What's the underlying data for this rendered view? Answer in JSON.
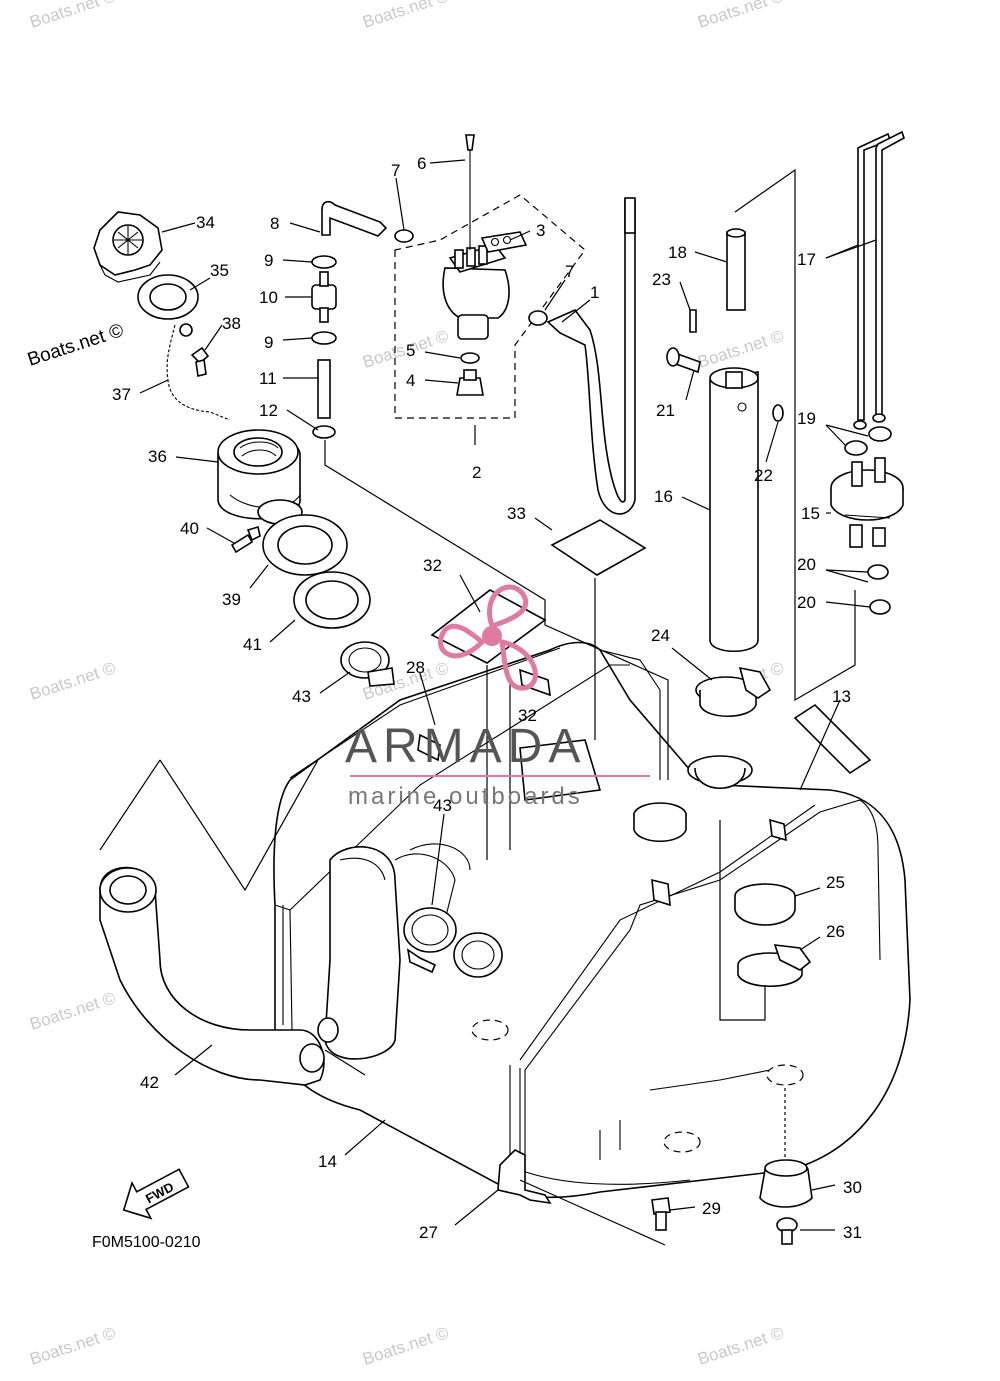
{
  "watermark": "Boats.net ©",
  "brand": {
    "name": "ARMADA",
    "tagline": "marine outboards",
    "accent": "#e07aa0"
  },
  "figure_code": "F0M5100-0210",
  "fwd_label": "FWD",
  "callouts": [
    "1",
    "2",
    "3",
    "4",
    "5",
    "6",
    "7",
    "7",
    "8",
    "9",
    "9",
    "10",
    "11",
    "12",
    "13",
    "14",
    "15",
    "16",
    "17",
    "18",
    "19",
    "20",
    "20",
    "21",
    "22",
    "23",
    "24",
    "25",
    "26",
    "27",
    "28",
    "29",
    "30",
    "31",
    "32",
    "32",
    "33",
    "34",
    "35",
    "36",
    "37",
    "38",
    "39",
    "40",
    "41",
    "42",
    "43",
    "43"
  ]
}
